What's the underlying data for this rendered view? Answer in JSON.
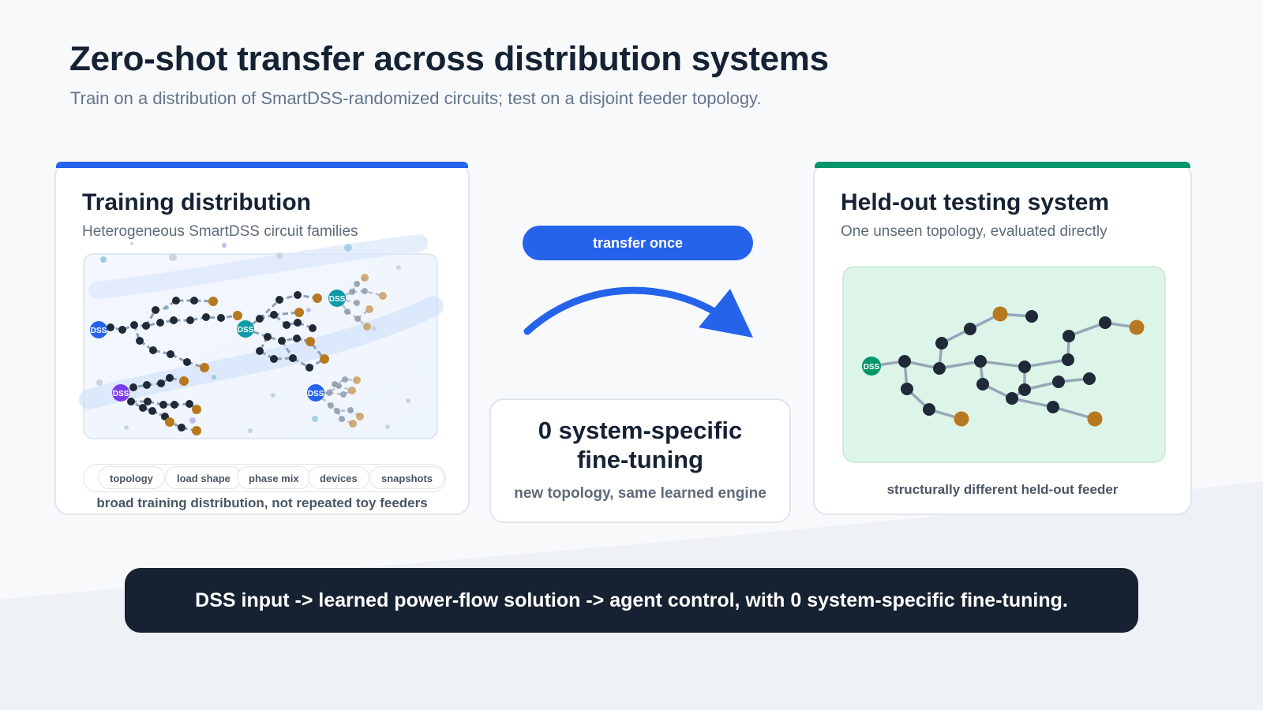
{
  "title": "Zero-shot transfer across distribution systems",
  "subtitle": "Train on a distribution of SmartDSS-randomized circuits; test on a disjoint feeder topology.",
  "training": {
    "title": "Training distribution",
    "subtitle": "Heterogeneous SmartDSS circuit families",
    "source_label": "DSS",
    "chips": [
      "topology",
      "load shape",
      "phase mix",
      "devices",
      "snapshots"
    ],
    "caption": "broad training distribution, not repeated toy feeders",
    "accent_color": "#2563eb"
  },
  "transfer": {
    "pill_label": "transfer once",
    "box_title_line1": "0 system-specific",
    "box_title_line2": "fine-tuning",
    "box_subtitle": "new topology, same learned engine",
    "arrow_color": "#2563eb"
  },
  "testing": {
    "title": "Held-out testing system",
    "subtitle": "One unseen topology, evaluated directly",
    "source_label": "DSS",
    "caption": "structurally different held-out feeder",
    "accent_color": "#059669"
  },
  "footer": {
    "text": "DSS input -> learned power-flow solution -> agent control, with 0 system-specific fine-tuning."
  }
}
